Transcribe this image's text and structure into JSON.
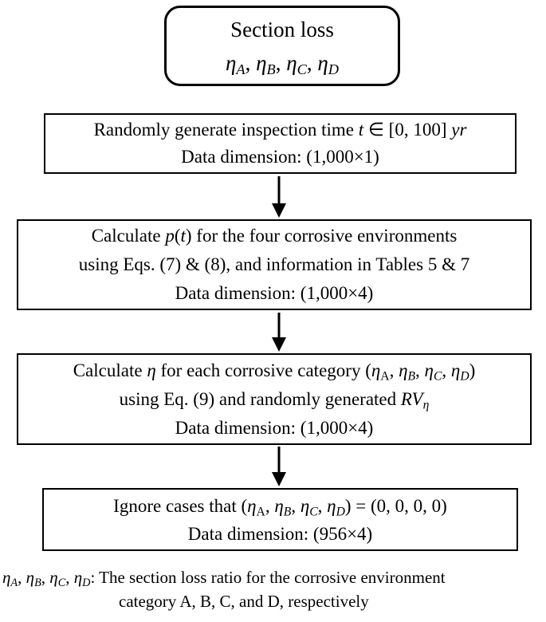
{
  "colors": {
    "ink": "#000000",
    "background": "#ffffff"
  },
  "flowchart": {
    "start_node": {
      "lines": [
        [
          {
            "t": "Section loss"
          }
        ],
        [
          {
            "t": "η",
            "i": true
          },
          {
            "t": "A",
            "i": true,
            "sub": true
          },
          {
            "t": ", "
          },
          {
            "t": "η",
            "i": true
          },
          {
            "t": "B",
            "i": true,
            "sub": true
          },
          {
            "t": ", "
          },
          {
            "t": "η",
            "i": true
          },
          {
            "t": "C",
            "i": true,
            "sub": true
          },
          {
            "t": ", "
          },
          {
            "t": "η",
            "i": true
          },
          {
            "t": "D",
            "i": true,
            "sub": true
          }
        ]
      ]
    },
    "steps": [
      {
        "lines": [
          [
            {
              "t": "Randomly generate inspection time "
            },
            {
              "t": "t",
              "i": true
            },
            {
              "t": " ∈ [0, 100] "
            },
            {
              "t": "yr",
              "i": true
            }
          ],
          [
            {
              "t": "Data dimension: (1,000×1)"
            }
          ]
        ]
      },
      {
        "lines": [
          [
            {
              "t": "Calculate "
            },
            {
              "t": "p",
              "i": true
            },
            {
              "t": "("
            },
            {
              "t": "t",
              "i": true
            },
            {
              "t": ") for the four corrosive environments"
            }
          ],
          [
            {
              "t": "using Eqs. (7) & (8), and information in Tables 5 & 7"
            }
          ],
          [
            {
              "t": "Data dimension: (1,000×4)"
            }
          ]
        ]
      },
      {
        "lines": [
          [
            {
              "t": "Calculate "
            },
            {
              "t": "η",
              "i": true
            },
            {
              "t": " for each corrosive category ("
            },
            {
              "t": "η",
              "i": true
            },
            {
              "t": "A",
              "sub": true
            },
            {
              "t": ", "
            },
            {
              "t": "η",
              "i": true
            },
            {
              "t": "B",
              "i": true,
              "sub": true
            },
            {
              "t": ", "
            },
            {
              "t": "η",
              "i": true
            },
            {
              "t": "C",
              "i": true,
              "sub": true
            },
            {
              "t": ", "
            },
            {
              "t": "η",
              "i": true
            },
            {
              "t": "D",
              "i": true,
              "sub": true
            },
            {
              "t": ")"
            }
          ],
          [
            {
              "t": "using Eq. (9) and randomly generated "
            },
            {
              "t": "RV",
              "i": true
            },
            {
              "t": "η",
              "i": true,
              "sub": true
            }
          ],
          [
            {
              "t": "Data dimension: (1,000×4)"
            }
          ]
        ]
      },
      {
        "lines": [
          [
            {
              "t": "Ignore cases that ("
            },
            {
              "t": "η",
              "i": true
            },
            {
              "t": "A",
              "sub": true
            },
            {
              "t": ", "
            },
            {
              "t": "η",
              "i": true
            },
            {
              "t": "B",
              "i": true,
              "sub": true
            },
            {
              "t": ", "
            },
            {
              "t": "η",
              "i": true
            },
            {
              "t": "C",
              "i": true,
              "sub": true
            },
            {
              "t": ", "
            },
            {
              "t": "η",
              "i": true
            },
            {
              "t": "D",
              "i": true,
              "sub": true
            },
            {
              "t": ") = (0, 0, 0, 0)"
            }
          ],
          [
            {
              "t": "Data dimension: (956×4)"
            }
          ]
        ]
      }
    ]
  },
  "footnote": {
    "lines": [
      [
        {
          "t": "η",
          "i": true
        },
        {
          "t": "A",
          "i": true,
          "sub": true
        },
        {
          "t": ", "
        },
        {
          "t": "η",
          "i": true
        },
        {
          "t": "B",
          "i": true,
          "sub": true
        },
        {
          "t": ", "
        },
        {
          "t": "η",
          "i": true
        },
        {
          "t": "C",
          "i": true,
          "sub": true
        },
        {
          "t": ", "
        },
        {
          "t": "η",
          "i": true
        },
        {
          "t": "D",
          "i": true,
          "sub": true
        },
        {
          "t": ": The section loss ratio for the corrosive environment"
        }
      ],
      [
        {
          "t": "category A, B, C, and D, respectively"
        }
      ]
    ]
  }
}
